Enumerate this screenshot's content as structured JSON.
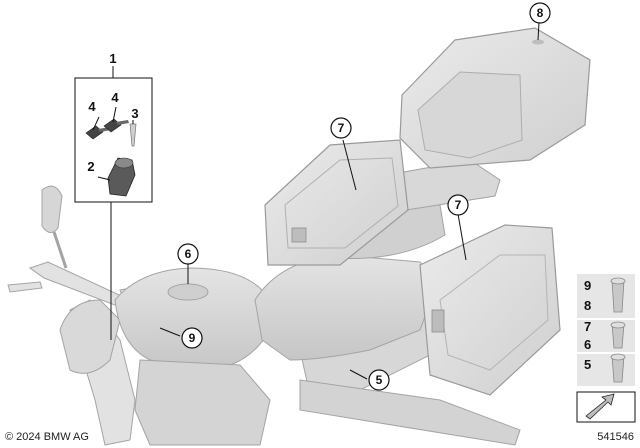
{
  "callouts": [
    {
      "id": "1",
      "label": "1"
    },
    {
      "id": "2",
      "label": "2"
    },
    {
      "id": "3",
      "label": "3"
    },
    {
      "id": "4a",
      "label": "4"
    },
    {
      "id": "4b",
      "label": "4"
    },
    {
      "id": "5",
      "label": "5"
    },
    {
      "id": "6",
      "label": "6"
    },
    {
      "id": "7a",
      "label": "7"
    },
    {
      "id": "7b",
      "label": "7"
    },
    {
      "id": "8",
      "label": "8"
    },
    {
      "id": "9",
      "label": "9"
    }
  ],
  "legend": {
    "rows": [
      {
        "label": "9"
      },
      {
        "label": "8"
      },
      {
        "label": "7"
      },
      {
        "label": "6"
      },
      {
        "label": "5"
      }
    ]
  },
  "footer": {
    "copyright": "© 2024 BMW AG",
    "part_number": "541546"
  },
  "colors": {
    "part_fill": "#dcdcdc",
    "part_stroke": "#9a9a9a",
    "ink": "#111111",
    "legend_bg": "#e6e6e6"
  }
}
